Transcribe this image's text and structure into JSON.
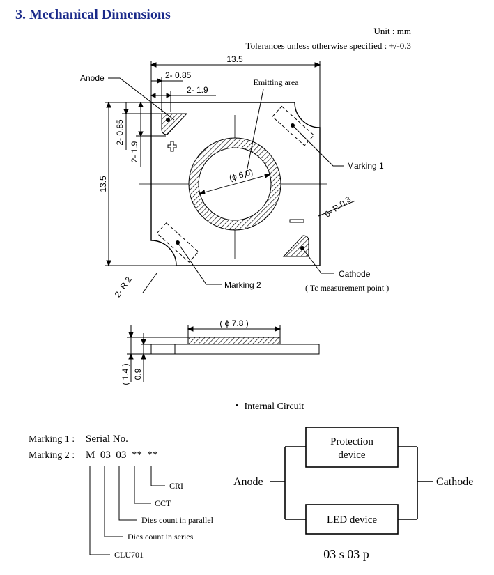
{
  "heading": "3. Mechanical Dimensions",
  "unit": "Unit : mm",
  "tolerance": "Tolerances unless otherwise specified : +/-0.3",
  "dims": {
    "width": "13.5",
    "height": "13.5",
    "hole_x": "2- 0.85",
    "hole_x2": "2- 1.9",
    "hole_y": "2- 0.85",
    "hole_y2": "2- 1.9",
    "corner_r": "2- R 2",
    "edge_r": "6- R 0.3",
    "emit_dia": "(ϕ 6.0)",
    "side_dia": "( ϕ 7.8 )",
    "total_h": "( 1.4 )",
    "sub_h": "0.9"
  },
  "labels": {
    "anode": "Anode",
    "emitting_area": "Emitting  area",
    "marking1": "Marking 1",
    "marking2": "Marking 2",
    "cathode": "Cathode",
    "tc_point": "( Tc measurement point )"
  },
  "internal_circuit": {
    "title": "・ Internal Circuit",
    "protection_line1": "Protection",
    "protection_line2": "device",
    "led": "LED device",
    "anode": "Anode",
    "cathode": "Cathode",
    "config": "03 s 03 p"
  },
  "marking_legend": {
    "m1_label": "Marking 1 :",
    "m1_value": "Serial No.",
    "m2_label": "Marking 2 :",
    "m2_value": "M  03  03  **  **",
    "cri": "CRI",
    "cct": "CCT",
    "parallel": "Dies count in parallel",
    "series": "Dies count in series",
    "model": "CLU701"
  }
}
